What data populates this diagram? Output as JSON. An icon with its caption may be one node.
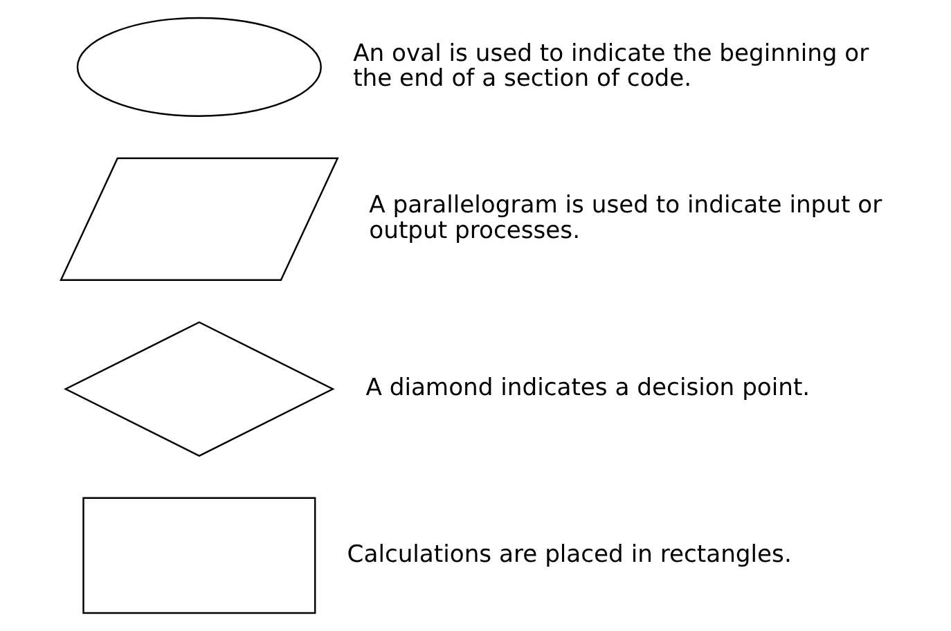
{
  "diagram": {
    "nodes": [
      {
        "text": [],
        "shape": "ellipse",
        "beside": [
          "An oval is used to indicate the beginning or the end of a section of code."
        ]
      },
      {
        "text": [],
        "shape": "parallelogram",
        "beside": [
          "A parallelogram is used to indicate input or output processes."
        ]
      },
      {
        "text": [],
        "shape": "diamond",
        "beside": [
          "A diamond indicates a decision point."
        ]
      },
      {
        "text": [],
        "shape": "box",
        "beside": [
          "Calculations are placed in rectangles."
        ]
      }
    ]
  }
}
